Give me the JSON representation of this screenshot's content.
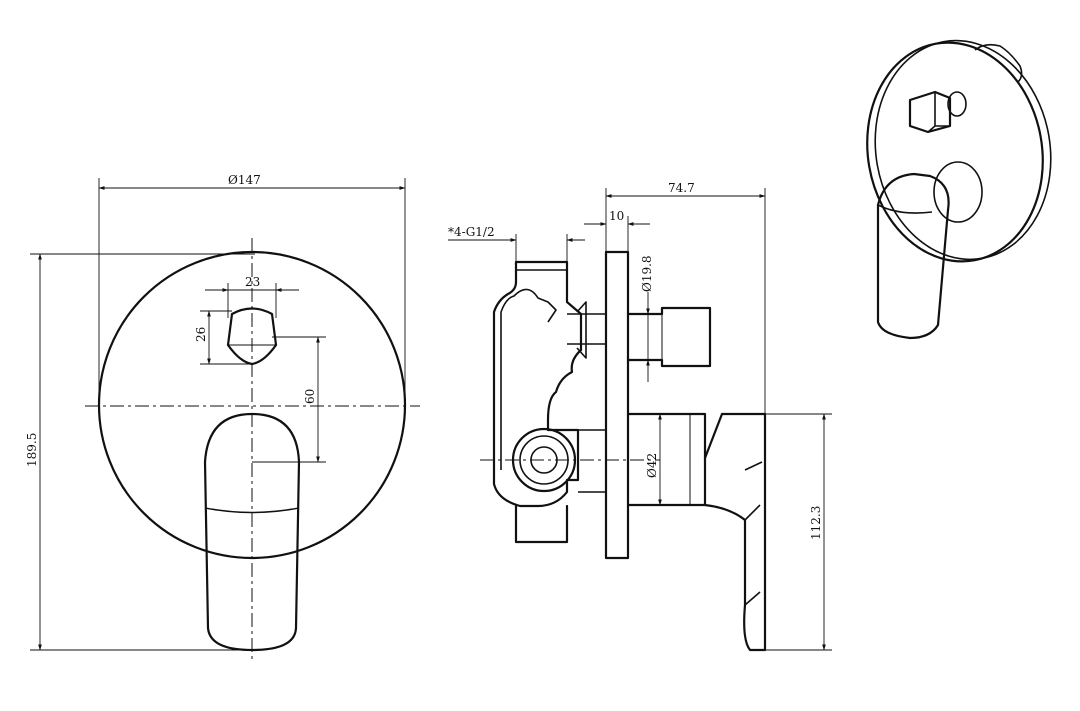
{
  "front_view": {
    "dim_diameter": "Ø147",
    "dim_height": "189.5",
    "dim_button_width": "23",
    "dim_button_height": "26",
    "dim_button_to_center": "60"
  },
  "side_view": {
    "dim_thread": "*4-G1/2",
    "dim_depth": "74.7",
    "dim_plate": "10",
    "dim_button_diameter": "Ø19.8",
    "dim_cartridge_diameter": "Ø42",
    "dim_handle_height": "112.3"
  }
}
